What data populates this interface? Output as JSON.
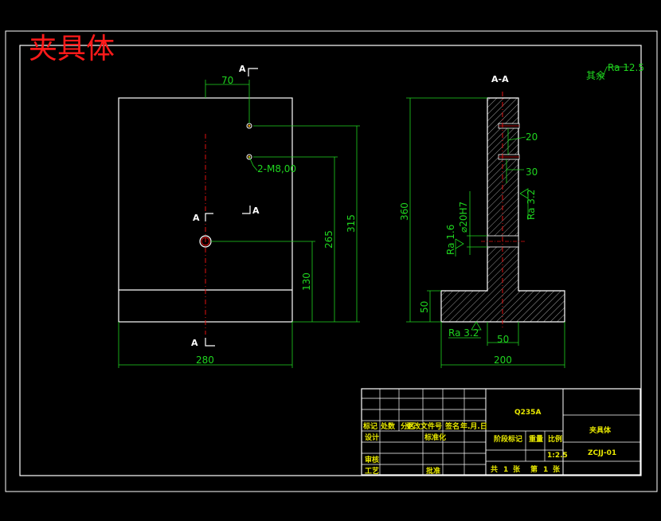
{
  "title": "夹具体",
  "colors": {
    "background": "#000000",
    "outline": "#ffffff",
    "dimension": "#1fd51f",
    "centerline": "#e01010",
    "title": "#ff1a1a",
    "table_text": "#e8e800"
  },
  "front_view": {
    "section_mark": "A",
    "dims": {
      "top_offset": "70",
      "width": "280",
      "h_hole": "130",
      "h_mid": "265",
      "h_top": "315"
    },
    "thread_note": "2-M8,00"
  },
  "section_view": {
    "label": "A-A",
    "dims": {
      "height": "360",
      "bore": "⌀20H7",
      "gap1": "20",
      "gap2": "30",
      "base_h": "50",
      "web_w": "50",
      "base_w": "200"
    },
    "roughness": {
      "r1": "Ra 3.2",
      "r2": "Ra 1.6",
      "r3": "Ra 3.2",
      "corner_other": "其余",
      "corner_value": "Ra 12.5"
    }
  },
  "title_block": {
    "material": "Q235A",
    "part_name": "夹具体",
    "drawing_no": "ZCJJ-01",
    "scale_header": "比例",
    "scale": "1:2.5",
    "weight_header": "重量",
    "stage_header": "阶段标记",
    "header_row": [
      "标记",
      "处数",
      "分区",
      "更改文件号",
      "签名",
      "年.月.日"
    ],
    "left_labels": {
      "design": "设计",
      "standard": "标准化",
      "review": "审核",
      "process": "工艺",
      "approve": "批准"
    },
    "sheet": {
      "total_prefix": "共",
      "total": "1",
      "unit": "张",
      "current_prefix": "第",
      "current": "1",
      "unit2": "张"
    }
  }
}
